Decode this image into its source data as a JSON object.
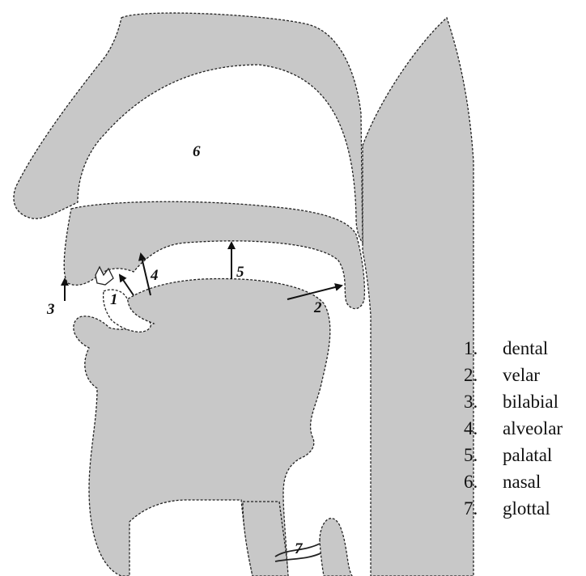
{
  "diagram": {
    "tissue_color": "#c8c8c8",
    "outline_color": "#222222",
    "place_numbers": [
      "1",
      "2",
      "3",
      "4",
      "5",
      "6",
      "7"
    ]
  },
  "legend": [
    {
      "number": "1.",
      "label": "dental"
    },
    {
      "number": "2.",
      "label": "velar"
    },
    {
      "number": "3.",
      "label": "bilabial"
    },
    {
      "number": "4.",
      "label": "alveolar"
    },
    {
      "number": "5.",
      "label": "palatal"
    },
    {
      "number": "6.",
      "label": "nasal"
    },
    {
      "number": "7.",
      "label": "glottal"
    }
  ]
}
